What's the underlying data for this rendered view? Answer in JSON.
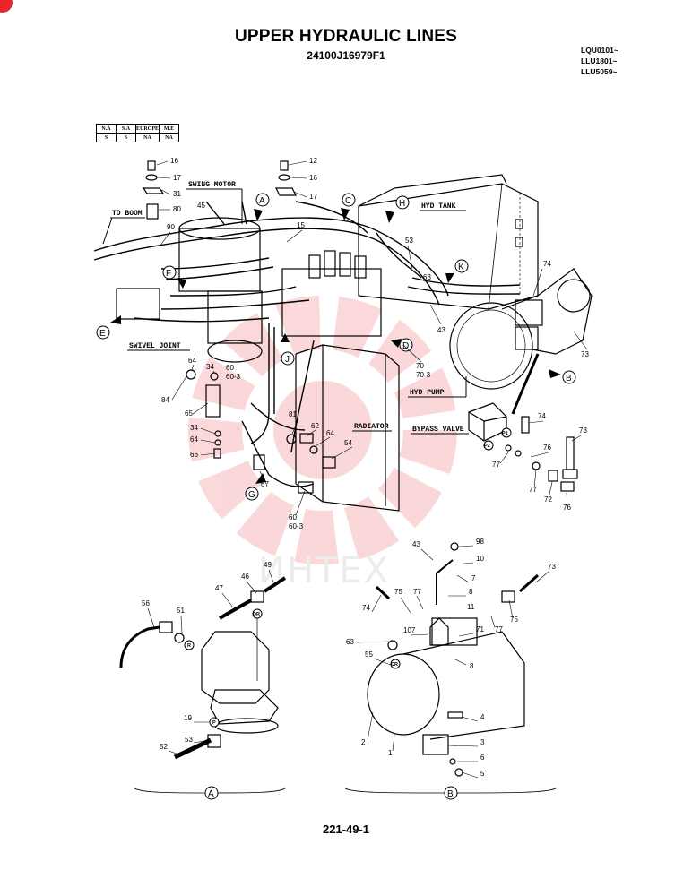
{
  "header": {
    "title": "UPPER HYDRAULIC LINES",
    "part_number": "24100J16979F1",
    "serials": [
      "LQU0101~",
      "LLU1801~",
      "LLU5059~"
    ]
  },
  "region_table": {
    "headers": [
      "N.A",
      "S.A",
      "EUROPE",
      "M.E"
    ],
    "values": [
      "S",
      "S",
      "NA",
      "NA"
    ]
  },
  "component_labels": {
    "swing_motor": "SWING MOTOR",
    "to_boom": "TO BOOM",
    "swivel_joint": "SWIVEL JOINT",
    "hyd_tank": "HYD TANK",
    "hyd_pump": "HYD PUMP",
    "radiator": "RADIATOR",
    "bypass_valve": "BYPASS VALVE"
  },
  "callouts": {
    "a": "A",
    "b": "B",
    "c": "C",
    "e": "E",
    "f": "F",
    "g": "G",
    "h": "H",
    "j": "J",
    "k": "K",
    "d": "D"
  },
  "port_marks": {
    "p1": "P1",
    "p2": "P2",
    "dr": "DR",
    "r": "R",
    "p": "P"
  },
  "watermark": "ИНТЕХ",
  "parts_main": [
    "16",
    "17",
    "31",
    "80",
    "12",
    "16",
    "17",
    "15",
    "45",
    "90",
    "64",
    "34",
    "60",
    "60-3",
    "84",
    "65",
    "81",
    "62",
    "64",
    "54",
    "34",
    "64",
    "66",
    "67",
    "60",
    "60-3",
    "53",
    "63",
    "74",
    "43",
    "73",
    "70",
    "70-3",
    "74",
    "73",
    "76",
    "77",
    "77",
    "72",
    "76"
  ],
  "parts_a": [
    "49",
    "46",
    "47",
    "56",
    "51",
    "19",
    "53",
    "52"
  ],
  "parts_b": [
    "43",
    "98",
    "10",
    "7",
    "8",
    "73",
    "75",
    "77",
    "74",
    "11",
    "77",
    "75",
    "107",
    "71",
    "8",
    "63",
    "55",
    "4",
    "3",
    "6",
    "5",
    "2",
    "1"
  ],
  "page_number": "221-49-1"
}
